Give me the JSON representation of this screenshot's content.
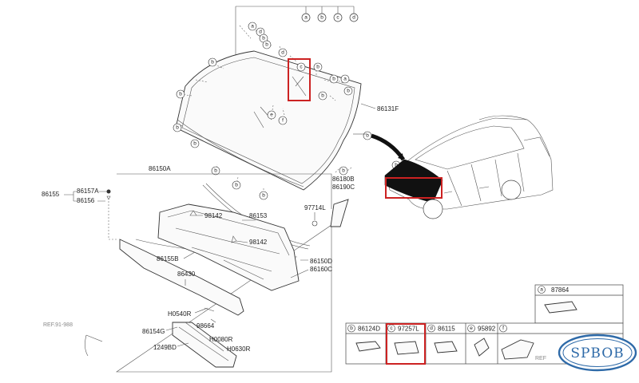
{
  "main_diagram": {
    "top_circles": [
      "a",
      "b",
      "c",
      "d"
    ],
    "labels": {
      "windshield_trim": "86131F",
      "molding_assy": "86150A",
      "clip_a": "86157A",
      "clip_group": "86155",
      "clip_b": "86156",
      "screw_1": "98142",
      "weatherstrip": "86153",
      "screw_2": "98142",
      "moulding_lh": "86180B",
      "moulding_rh": "86190C",
      "rivet": "97714L",
      "cover_lh": "86150D",
      "cover_rh": "86160C",
      "seal": "86155B",
      "hose": "86430",
      "clip_c": "H0540R",
      "clip_d": "98664",
      "bracket": "86154G",
      "clip_e": "H0080R",
      "bolt": "1249BD",
      "clip_f": "H0630R",
      "ref": "REF.91-988"
    }
  },
  "inset_a": {
    "letter": "a",
    "code": "87864"
  },
  "legend": {
    "items": [
      {
        "letter": "b",
        "code": "86124D"
      },
      {
        "letter": "c",
        "code": "97257L"
      },
      {
        "letter": "d",
        "code": "86115"
      },
      {
        "letter": "e",
        "code": "95892"
      },
      {
        "letter": "f",
        "code": ""
      }
    ],
    "ref_partial": "REF"
  },
  "watermark": {
    "text": "SPBOB"
  },
  "colors": {
    "highlight": "#cc2222",
    "watermark": "#2e6aa8",
    "line": "#333333"
  }
}
